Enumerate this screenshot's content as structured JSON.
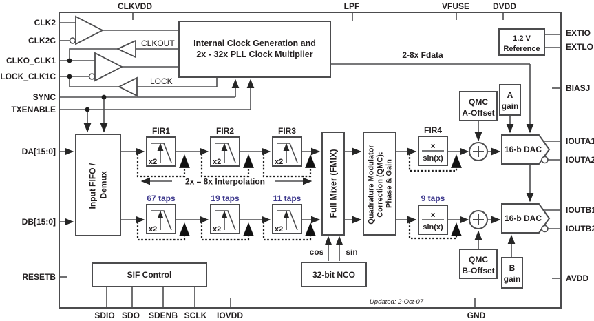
{
  "colors": {
    "line": "#4c4c4e",
    "text": "#221e1f",
    "taps_accent": "#3f3a8e",
    "background": "#ffffff"
  },
  "pins": {
    "top": {
      "clkvdd": "CLKVDD",
      "lpf": "LPF",
      "vfuse": "VFUSE",
      "dvdd": "DVDD"
    },
    "left": {
      "clk2": "CLK2",
      "clk2c": "CLK2C",
      "clko_clk1": "CLKO_CLK1",
      "lock_clk1c": "LOCK_CLK1C",
      "sync": "SYNC",
      "txenable": "TXENABLE",
      "da": "DA[15:0]",
      "db": "DB[15:0]",
      "resetb": "RESETB"
    },
    "right": {
      "extio": "EXTIO",
      "extlo": "EXTLO",
      "biasj": "BIASJ",
      "iouta1": "IOUTA1",
      "iouta2": "IOUTA2",
      "ioutb1": "IOUTB1",
      "ioutb2": "IOUTB2",
      "avdd": "AVDD"
    },
    "bottom": {
      "sdio": "SDIO",
      "sdo": "SDO",
      "sdenb": "SDENB",
      "sclk": "SCLK",
      "iovdd": "IOVDD",
      "gnd": "GND"
    }
  },
  "blocks": {
    "clockgen": {
      "line1": "Internal Clock Generation and",
      "line2": "2x - 32x PLL Clock Multiplier"
    },
    "reference": {
      "line1": "1.2 V",
      "line2": "Reference"
    },
    "fifo": {
      "line1": "Input FIFO /",
      "line2": "Demux"
    },
    "fir1": "FIR1",
    "fir2": "FIR2",
    "fir3": "FIR3",
    "fir4": "FIR4",
    "x2": "x2",
    "mixer": "Full Mixer (FMIX)",
    "qmc": {
      "line1": "Quadrature Modulator",
      "line2": "Correction (QMC):",
      "line3": "Phase & Gain"
    },
    "xsinx": {
      "num": "x",
      "den": "sin(x)"
    },
    "qmc_a_offset": {
      "line1": "QMC",
      "line2": "A-Offset"
    },
    "qmc_b_offset": {
      "line1": "QMC",
      "line2": "B-Offset"
    },
    "a_gain": {
      "line1": "A",
      "line2": "gain"
    },
    "b_gain": {
      "line1": "B",
      "line2": "gain"
    },
    "dac_a": "16-b DAC",
    "dac_b": "16-b DAC",
    "nco": "32-bit NCO",
    "sif": "SIF Control"
  },
  "signals": {
    "clkout": "CLKOUT",
    "lock": "LOCK",
    "fdata": "2-8x Fdata",
    "interpolation": "2x – 8x Interpolation",
    "taps67": "67 taps",
    "taps19": "19 taps",
    "taps11": "11 taps",
    "taps9": "9 taps",
    "cos": "cos",
    "sin": "sin",
    "updated": "Updated: 2-Oct-07"
  }
}
